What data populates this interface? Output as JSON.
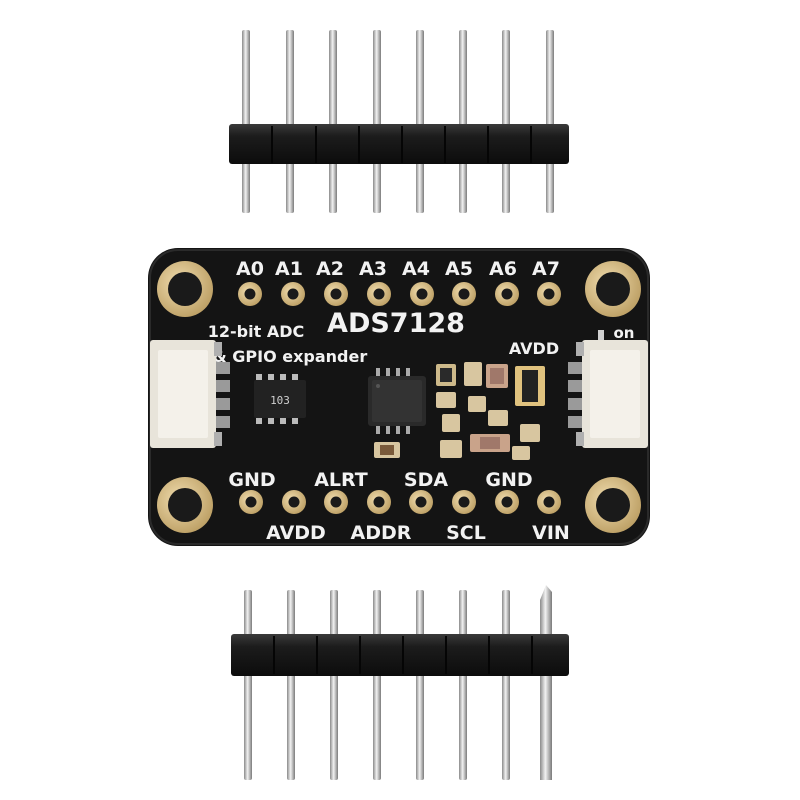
{
  "board": {
    "name": "ADS7128",
    "desc_line1": "12-bit ADC",
    "desc_line2": "& GPIO expander",
    "avdd_label": "AVDD",
    "on_label": "on",
    "ic_marking": "103",
    "top_pins": [
      "A7",
      "A6",
      "A5",
      "A4",
      "A3",
      "A2",
      "A1",
      "A0"
    ],
    "bottom_pins_upper": [
      "GND",
      "SDA",
      "ALRT",
      "GND"
    ],
    "bottom_pins_lower": [
      "VIN",
      "SCL",
      "ADDR",
      "AVDD"
    ]
  },
  "colors": {
    "pcb": "#141414",
    "silkscreen": "#f2f2f2",
    "gold": "#d9c08a",
    "header_plastic": "#1b1b1b",
    "pin_metal": "#cfcfcf",
    "connector": "#ede9e0"
  }
}
